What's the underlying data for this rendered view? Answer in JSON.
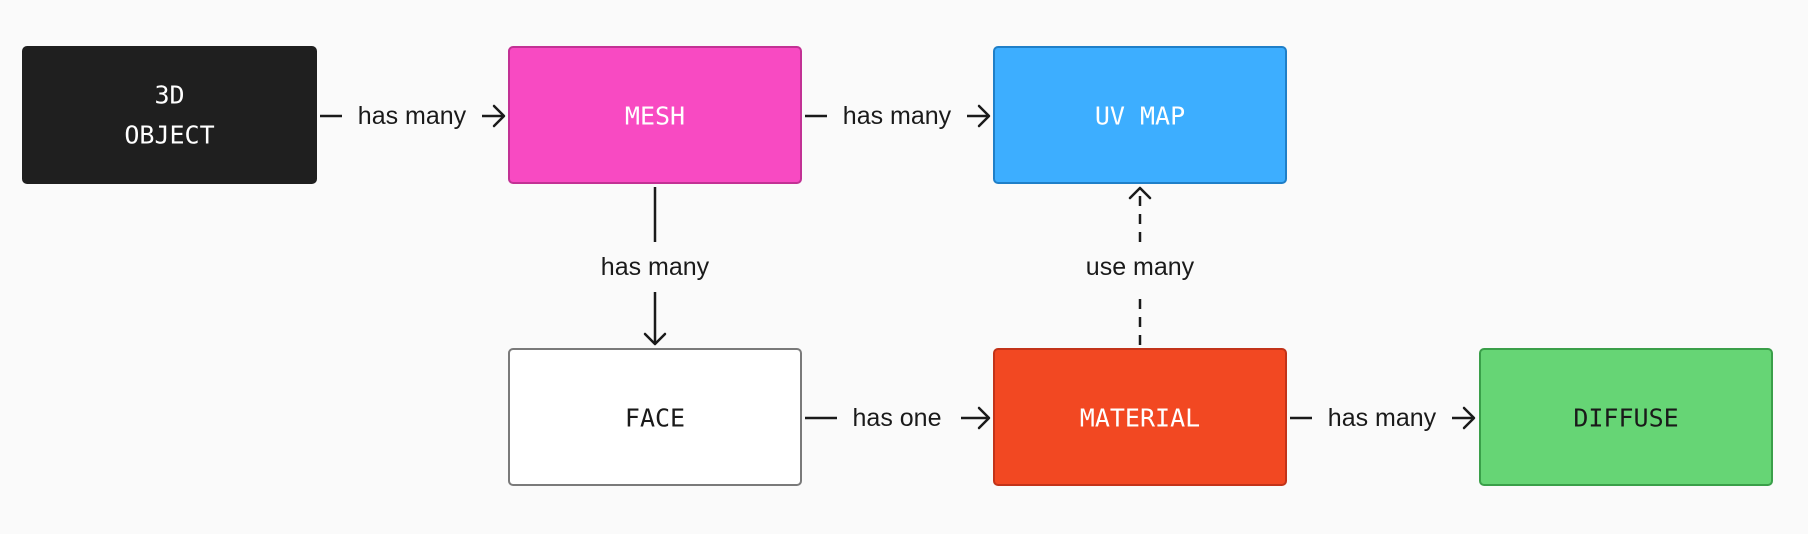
{
  "nodes": {
    "object": {
      "label_line1": "3D",
      "label_line2": "OBJECT",
      "fill": "#1f1f1f",
      "stroke": "#1f1f1f",
      "text": "#ffffff"
    },
    "mesh": {
      "label": "MESH",
      "fill": "#f84ac2",
      "stroke": "#c23194",
      "text": "#ffffff"
    },
    "uvmap": {
      "label": "UV MAP",
      "fill": "#3daeff",
      "stroke": "#1f7fc8",
      "text": "#ffffff"
    },
    "face": {
      "label": "FACE",
      "fill": "#ffffff",
      "stroke": "#7a7a7a",
      "text": "#1a1a1a"
    },
    "material": {
      "label": "MATERIAL",
      "fill": "#f24822",
      "stroke": "#c23319",
      "text": "#ffffff"
    },
    "diffuse": {
      "label": "DIFFUSE",
      "fill": "#66d575",
      "stroke": "#3a9f49",
      "text": "#1a1a1a"
    }
  },
  "edges": {
    "object_mesh": {
      "label": "has many"
    },
    "mesh_uvmap": {
      "label": "has many"
    },
    "mesh_face": {
      "label": "has many"
    },
    "face_material": {
      "label": "has one"
    },
    "material_uvmap": {
      "label": "use many"
    },
    "material_diffuse": {
      "label": "has many"
    }
  }
}
